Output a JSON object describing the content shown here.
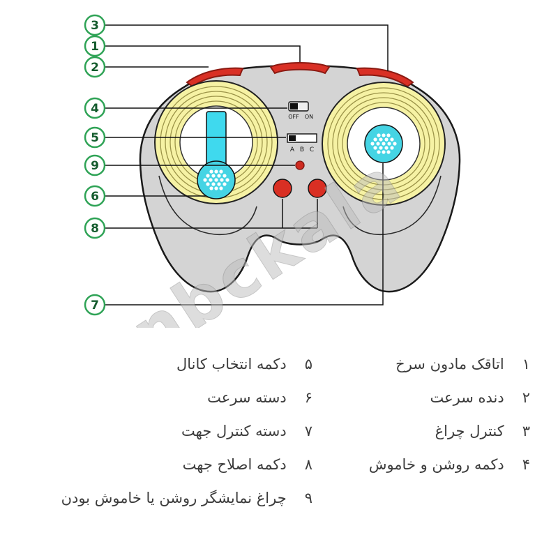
{
  "diagram": {
    "watermark": "nbckala",
    "callouts": [
      {
        "n": "3"
      },
      {
        "n": "1"
      },
      {
        "n": "2"
      },
      {
        "n": "4"
      },
      {
        "n": "5"
      },
      {
        "n": "9"
      },
      {
        "n": "6"
      },
      {
        "n": "8"
      },
      {
        "n": "7"
      }
    ],
    "console": {
      "off": "OFF",
      "on": "ON",
      "channels": [
        "A",
        "B",
        "C"
      ]
    }
  },
  "legend": {
    "right": [
      {
        "num": "۱",
        "text": "اتاقک مادون سرخ"
      },
      {
        "num": "۲",
        "text": "دنده سرعت"
      },
      {
        "num": "۳",
        "text": "کنترل چراغ"
      },
      {
        "num": "۴",
        "text": "دکمه روشن و خاموش"
      }
    ],
    "left": [
      {
        "num": "۵",
        "text": "دکمه انتخاب کانال"
      },
      {
        "num": "۶",
        "text": "دسته سرعت"
      },
      {
        "num": "۷",
        "text": "دسته کنترل جهت"
      },
      {
        "num": "۸",
        "text": "دکمه اصلاح جهت"
      },
      {
        "num": "۹",
        "text": "چراغ نمایشگر روشن یا خاموش بودن"
      }
    ]
  },
  "colors": {
    "callout_green": "#2fa356",
    "body_gray": "#d4d4d4",
    "ring_yellow": "#f6f2a4",
    "stick_cyan": "#45d4e4",
    "button_red": "#d92f23",
    "outline": "#1a1a1a"
  }
}
